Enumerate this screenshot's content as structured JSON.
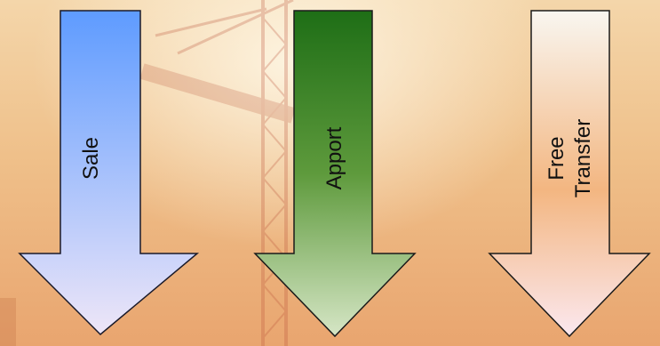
{
  "arrows": [
    {
      "label": "Sale",
      "colors": {
        "top": "#5e9bff",
        "bottom": "#eee6f8"
      }
    },
    {
      "label": "Apport",
      "colors": {
        "top": "#1e6e16",
        "bottom": "#d6e6c6"
      }
    },
    {
      "label": "Free\nTransfer",
      "colors": {
        "top": "#f9f6f0",
        "mid": "#f3b681",
        "bottom": "#fbe8ef"
      }
    }
  ]
}
